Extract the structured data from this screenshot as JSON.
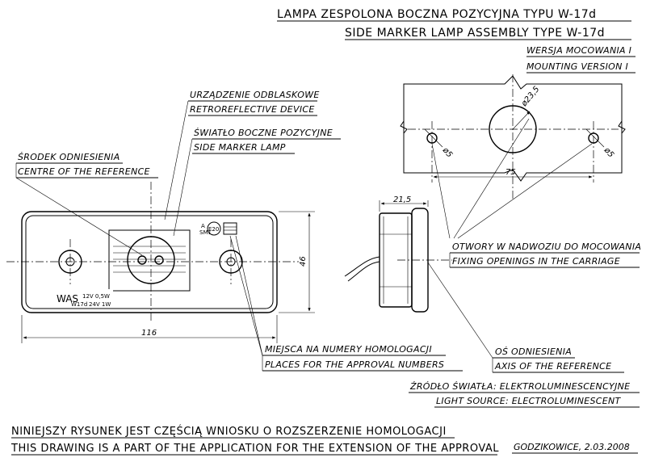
{
  "title": {
    "line1": "LAMPA ZESPOLONA BOCZNA POZYCYJNA TYPU W-17d",
    "line2": "SIDE MARKER LAMP ASSEMBLY TYPE W-17d"
  },
  "mounting": {
    "pl": "WERSJA MOCOWANIA I",
    "en": "MOUNTING VERSION I",
    "dim_big_hole": "ø23,5",
    "dim_small_hole_left": "ø5",
    "dim_small_hole_right": "ø5",
    "dim_spacing": "75"
  },
  "labels": {
    "retro_pl": "URZĄDZENIE ODBLASKOWE",
    "retro_en": "RETROREFLECTIVE DEVICE",
    "marker_pl": "ŚWIATŁO BOCZNE POZYCYJNE",
    "marker_en": "SIDE MARKER LAMP",
    "centre_pl": "ŚRODEK ODNIESIENIA",
    "centre_en": "CENTRE OF THE REFERENCE",
    "fixing_pl": "OTWORY W NADWOZIU DO MOCOWANIA",
    "fixing_en": "FIXING OPENINGS IN THE CARRIAGE",
    "approval_pl": "MIEJSCA NA NUMERY HOMOLOGACJI",
    "approval_en": "PLACES FOR THE APPROVAL NUMBERS",
    "axis_pl": "OŚ ODNIESIENIA",
    "axis_en": "AXIS OF THE REFERENCE",
    "source_pl": "ŹRÓDŁO ŚWIATŁA: ELEKTROLUMINESCENCYJNE",
    "source_en": "LIGHT SOURCE: ELECTROLUMINESCENT"
  },
  "lamp": {
    "brand": "WAS",
    "model": "W17d",
    "volt_12": "12V 0,5W",
    "volt_24": "24V 1W",
    "approval_mark": "E20",
    "class_a": "A",
    "class_sm": "SM1",
    "dim_width": "116",
    "dim_height": "46",
    "dim_depth": "21,5"
  },
  "footer": {
    "pl": "NINIEJSZY RYSUNEK JEST CZĘŚCIĄ WNIOSKU O ROZSZERZENIE HOMOLOGACJI",
    "en": "THIS DRAWING IS A PART OF THE APPLICATION FOR THE EXTENSION OF THE APPROVAL",
    "date": "GODZIKOWICE, 2.03.2008"
  }
}
